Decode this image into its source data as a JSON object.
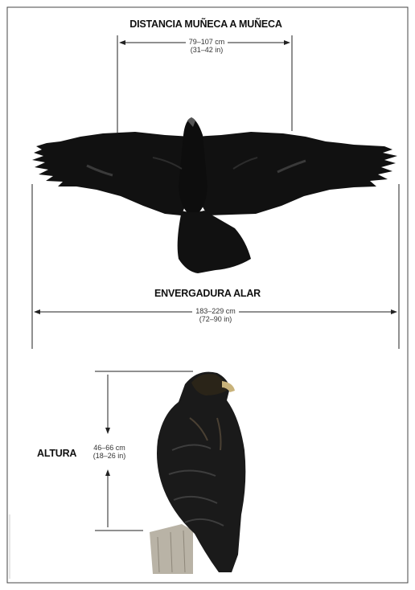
{
  "wrist": {
    "title": "DISTANCIA MUÑECA A MUÑECA",
    "cm": "79–107 cm",
    "inches": "(31–42 in)"
  },
  "wingspan": {
    "title": "ENVERGADURA ALAR",
    "cm": "183–229 cm",
    "inches": "(72–90 in)"
  },
  "height": {
    "title": "ALTURA",
    "cm": "46–66 cm",
    "inches": "(18–26 in)"
  },
  "colors": {
    "bird": "#111111",
    "bird_highlight": "#3a3a3a",
    "line": "#222222",
    "post": "#b9b3a6"
  },
  "icons": [
    "flying-eagle-illustration",
    "perched-eagle-illustration"
  ]
}
